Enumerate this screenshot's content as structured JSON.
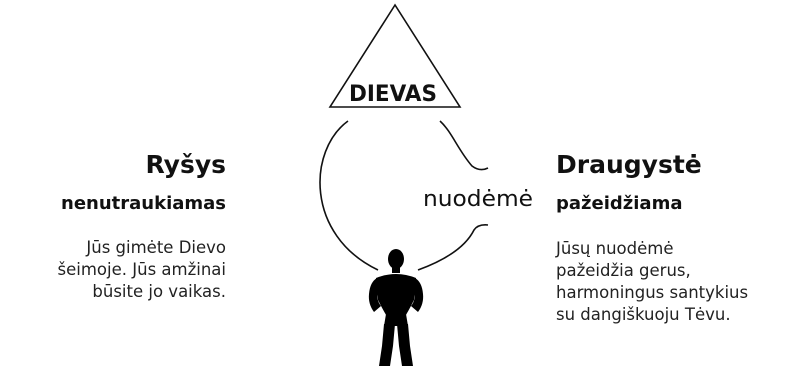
{
  "diagram": {
    "apex_label": "DIEVAS",
    "center_label": "nuodėmė",
    "left": {
      "heading": "Ryšys",
      "subheading": "nenutraukiamas",
      "description": "Jūs gimėte Dievo\nšeimoje. Jūs amžinai\nbūsite jo vaikas."
    },
    "right": {
      "heading": "Draugystė",
      "subheading": "pažeidžiama",
      "description": "Jūsų nuodėmė\npažeidžia gerus,\nharmoningus santykius\nsu dangiškuoju Tėvu."
    },
    "icons": [
      "triangle-icon",
      "person-silhouette-icon"
    ]
  }
}
